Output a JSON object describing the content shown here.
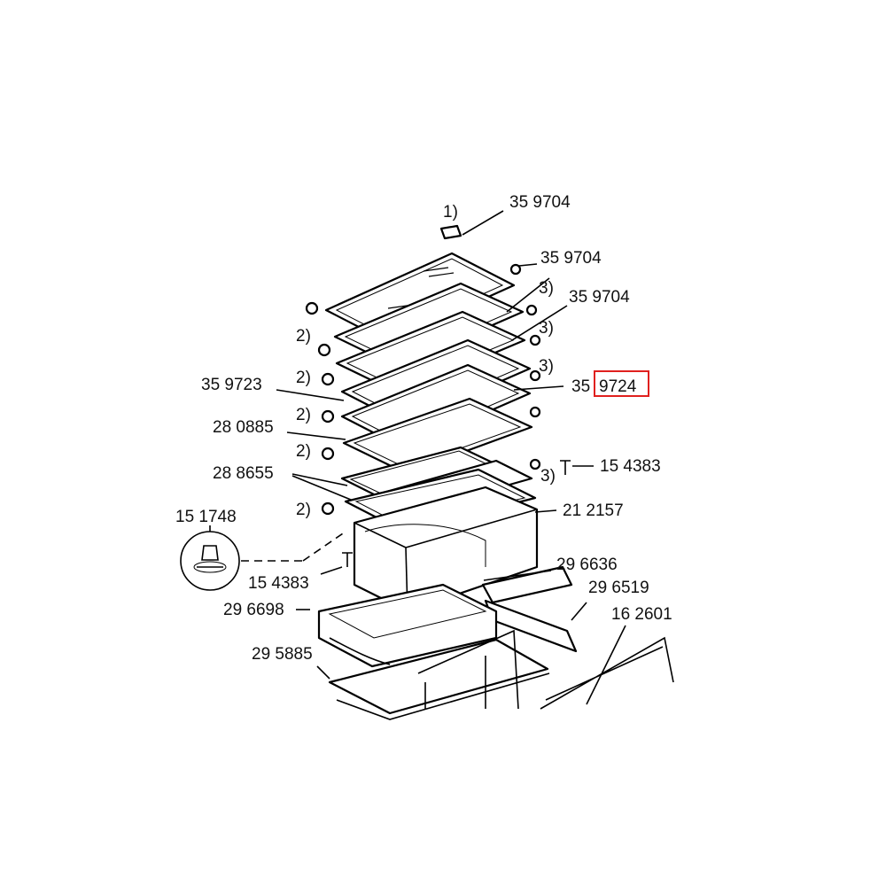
{
  "labels": {
    "note_1": "1)",
    "part_top_frame": "35 9704",
    "part_shelf_1": "35 9704",
    "note_3_a": "3)",
    "part_shelf_2": "35 9704",
    "note_3_b": "3)",
    "note_3_c": "3)",
    "part_35_prefix": "35",
    "part_9724": "9724",
    "note_3_d": "3)",
    "part_35_9723": "35 9723",
    "part_28_0885": "28 0885",
    "part_28_8655": "28 8655",
    "part_15_1748": "15 1748",
    "part_15_4383_right": "15 4383",
    "part_21_2157": "21 2157",
    "part_29_6636": "29 6636",
    "part_29_6519": "29 6519",
    "part_15_4383_left": "15 4383",
    "part_16_2601": "16 2601",
    "part_29_6698": "29 6698",
    "part_29_5885": "29 5885",
    "note_2_a": "2)",
    "note_2_b": "2)",
    "note_2_c": "2)",
    "note_2_d": "2)",
    "note_2_e": "2)"
  },
  "highlight": {
    "target": "9724",
    "color": "#e0201e"
  }
}
